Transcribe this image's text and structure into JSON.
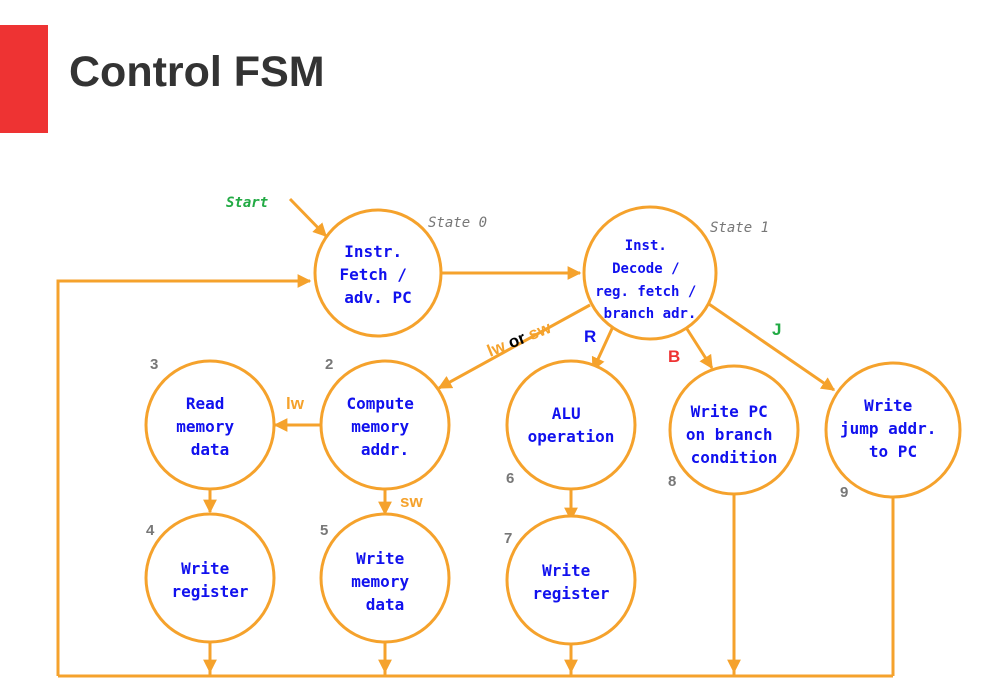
{
  "title": "Control FSM",
  "colors": {
    "accent": "#ee3333",
    "edge": "#f5a22c",
    "state_text": "#1111ee",
    "muted": "#777777",
    "start": "#22aa44",
    "lw_sw": "#f5a22c",
    "or": "#000000",
    "r": "#1111ee",
    "b": "#ee3333",
    "j": "#22aa44"
  },
  "start_label": "Start",
  "states": {
    "s0": {
      "tag": "State 0",
      "lines": [
        "Instr.",
        "Fetch /",
        "adv. PC"
      ]
    },
    "s1": {
      "tag": "State 1",
      "lines": [
        "Inst.",
        "Decode /",
        "reg. fetch /",
        "branch adr."
      ]
    },
    "s2": {
      "number": "2",
      "lines": [
        "Compute",
        "memory",
        "addr."
      ]
    },
    "s3": {
      "number": "3",
      "lines": [
        "Read",
        "memory",
        "data"
      ]
    },
    "s4": {
      "number": "4",
      "lines": [
        "Write",
        "register"
      ]
    },
    "s5": {
      "number": "5",
      "lines": [
        "Write",
        "memory",
        "data"
      ]
    },
    "s6": {
      "number": "6",
      "lines": [
        "ALU",
        "operation"
      ]
    },
    "s7": {
      "number": "7",
      "lines": [
        "Write",
        "register"
      ]
    },
    "s8": {
      "number": "8",
      "lines": [
        "Write PC",
        "on branch",
        "condition"
      ]
    },
    "s9": {
      "number": "9",
      "lines": [
        "Write",
        "jump addr.",
        "to PC"
      ]
    }
  },
  "conditions": {
    "lw_or_sw": {
      "lw": "lw",
      "or": "or",
      "sw": "sw"
    },
    "r": "R",
    "b": "B",
    "j": "J",
    "lw": "lw",
    "sw": "sw"
  }
}
